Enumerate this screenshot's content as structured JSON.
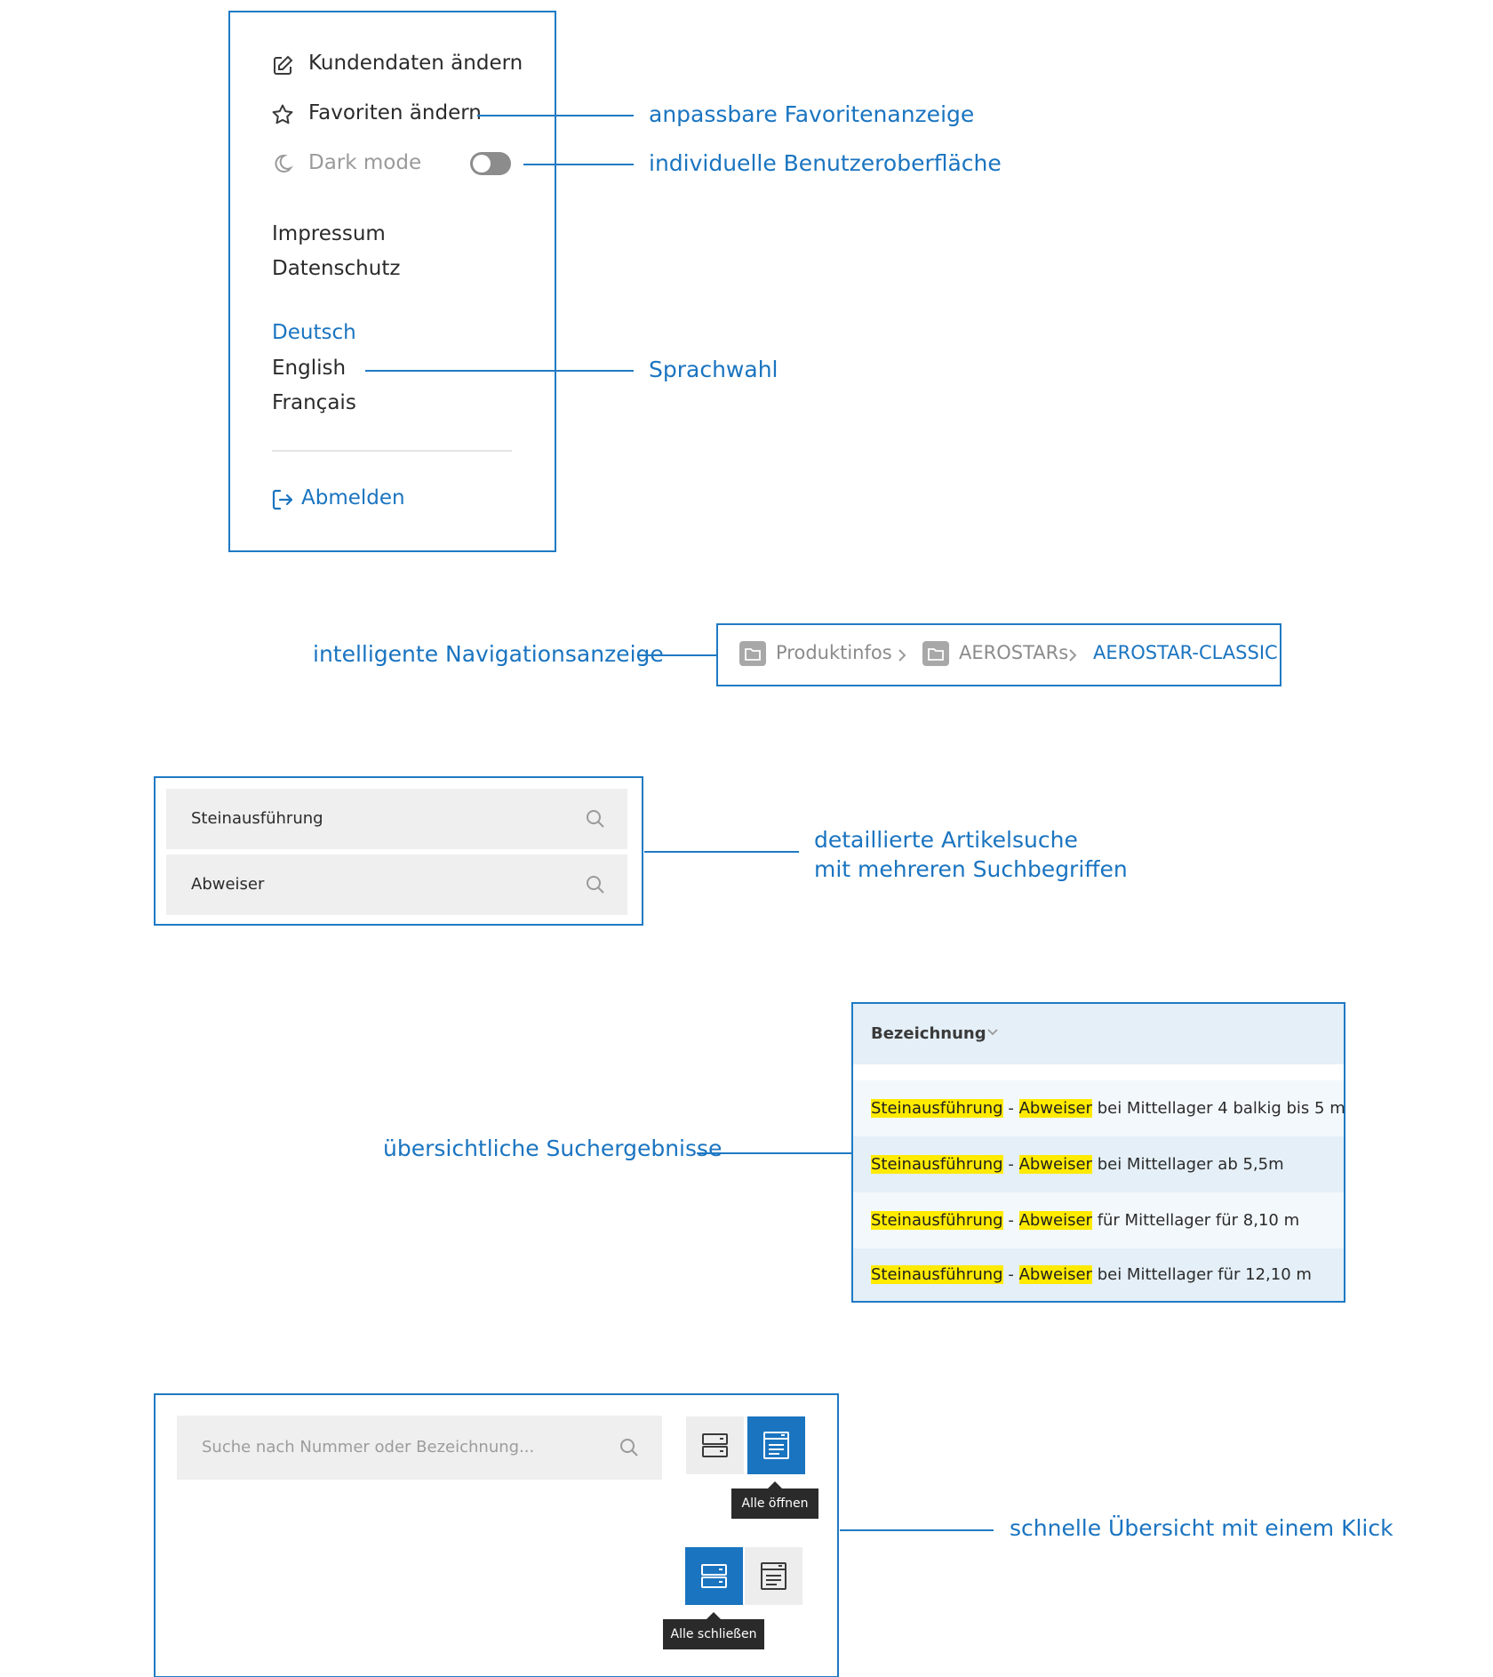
{
  "menu": {
    "edit_customer": "Kundendaten ändern",
    "edit_favorites": "Favoriten ändern",
    "dark_mode": "Dark mode",
    "imprint": "Impressum",
    "privacy": "Datenschutz",
    "languages": [
      "Deutsch",
      "English",
      "Français"
    ],
    "active_language": "Deutsch",
    "logout": "Abmelden",
    "dark_mode_enabled": false
  },
  "annotations": {
    "favorites": "anpassbare Favoritenanzeige",
    "ui": "individuelle Benutzeroberfläche",
    "language": "Sprachwahl",
    "navigation": "intelligente Navigationsanzeige",
    "search_line1": "detaillierte Artikelsuche",
    "search_line2": "mit mehreren Suchbegriffen",
    "results": "übersichtliche Suchergebnisse",
    "overview": "schnelle Übersicht mit einem Klick"
  },
  "breadcrumb": {
    "items": [
      "Produktinfos",
      "AEROSTARs",
      "AEROSTAR-CLASSIC"
    ]
  },
  "search": {
    "term1": "Steinausführung",
    "term2": "Abweiser"
  },
  "results": {
    "column_header": "Bezeichnung",
    "separator": "-",
    "rows": [
      {
        "term1": "Steinausführung",
        "term2": "Abweiser",
        "rest": "bei Mittellager 4 balkig bis 5 m"
      },
      {
        "term1": "Steinausführung",
        "term2": "Abweiser",
        "rest": "bei Mittellager ab 5,5m"
      },
      {
        "term1": "Steinausführung",
        "term2": "Abweiser",
        "rest": "für Mittellager für 8,10 m"
      },
      {
        "term1": "Steinausführung",
        "term2": "Abweiser",
        "rest": "bei Mittellager für 12,10 m"
      }
    ]
  },
  "toolbar": {
    "search_placeholder": "Suche nach Nummer oder Bezeichnung...",
    "tooltip_open": "Alle öffnen",
    "tooltip_close": "Alle schließen"
  },
  "colors": {
    "accent": "#1a74c0",
    "highlight": "#ffea00",
    "table_tint": "#e4eff7"
  }
}
